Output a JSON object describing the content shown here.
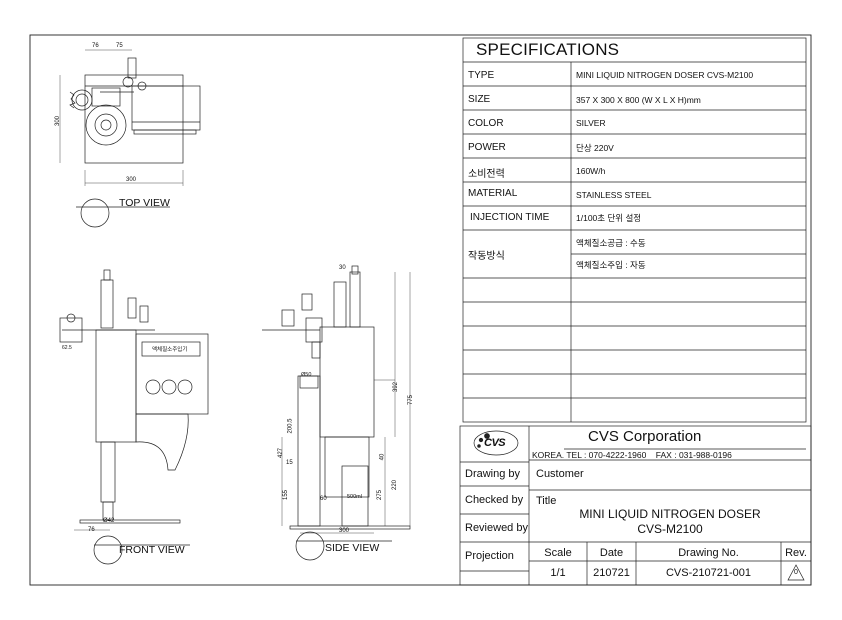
{
  "views": {
    "top": "TOP VIEW",
    "front": "FRONT VIEW",
    "side": "SIDE VIEW"
  },
  "dimensions": {
    "top_76": "76",
    "top_75": "75",
    "top_300_left": "300",
    "top_300_bottom": "300",
    "front_76": "76",
    "front_d42": "Ø42",
    "front_panel": "액체질소주입기",
    "side_30": "30",
    "side_d50": "Ø50",
    "side_392": "392",
    "side_775": "775",
    "side_40": "40",
    "side_220": "220",
    "side_275": "275",
    "side_427": "427",
    "side_200_5": "200.5",
    "side_155": "155",
    "side_15": "15",
    "side_60": "60",
    "side_300": "300",
    "side_500": "500ml",
    "side_62": "62.5"
  },
  "specs": {
    "title": "SPECIFICATIONS",
    "rows": [
      {
        "key": "TYPE",
        "value": "MINI LIQUID NITROGEN DOSER CVS-M2100"
      },
      {
        "key": "SIZE",
        "value": "357 X 300 X 800 (W X L X H)mm"
      },
      {
        "key": "COLOR",
        "value": "SILVER"
      },
      {
        "key": "POWER",
        "value": "단상 220V"
      },
      {
        "key": "소비전력",
        "value": "160W/h"
      },
      {
        "key": "MATERIAL",
        "value": "STAINLESS STEEL"
      },
      {
        "key": "INJECTION TIME",
        "value": "1/100초 단위 설정"
      }
    ],
    "operation_key": "작동방식",
    "operation_values": [
      "액체질소공급 : 수동",
      "액체질소주입 : 자동"
    ]
  },
  "company": {
    "logo_text": "CVS",
    "name": "CVS Corporation",
    "contact": "KOREA. TEL : 070-4222-1960    FAX : 031-988-0196"
  },
  "title_block": {
    "drawing_by": "Drawing by",
    "customer": "Customer",
    "checked_by": "Checked by",
    "title_label": "Title",
    "reviewed_by": "Reviewed by",
    "title_line1": "MINI LIQUID NITROGEN DOSER",
    "title_line2": "CVS-M2100",
    "projection": "Projection",
    "scale_label": "Scale",
    "date_label": "Date",
    "drawing_no_label": "Drawing No.",
    "rev_label": "Rev.",
    "scale": "1/1",
    "date": "210721",
    "drawing_no": "CVS-210721-001",
    "rev": "0"
  }
}
